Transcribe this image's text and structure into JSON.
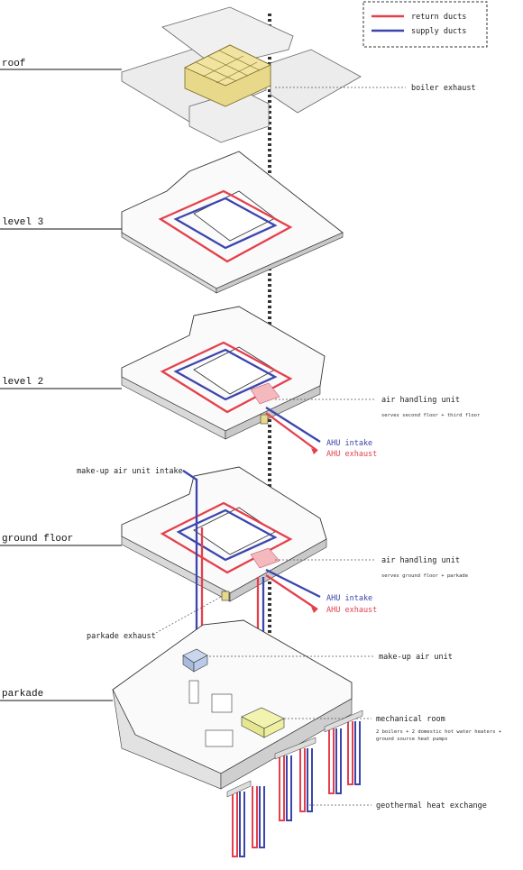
{
  "colors": {
    "return": "#e4404c",
    "supply": "#3b45ad",
    "roof_accent": "#e8d98a",
    "mech_room": "#eef0a0",
    "makeup_unit": "#b9cbe8",
    "ahu_pink": "#f3b9bd"
  },
  "legend": {
    "return_label": "return ducts",
    "supply_label": "supply ducts"
  },
  "floors": {
    "roof": "roof",
    "level3": "level 3",
    "level2": "level 2",
    "ground": "ground floor",
    "parkade": "parkade"
  },
  "annotations": {
    "boiler_exhaust": "boiler exhaust",
    "ahu_l2_title": "air handling unit",
    "ahu_l2_sub": "serves second floor + third floor",
    "ahu_l2_intake": "AHU intake",
    "ahu_l2_exhaust": "AHU exhaust",
    "makeup_intake": "make-up air unit intake",
    "ahu_g_title": "air handling unit",
    "ahu_g_sub": "serves ground floor + parkade",
    "ahu_g_intake": "AHU intake",
    "ahu_g_exhaust": "AHU exhaust",
    "parkade_exhaust": "parkade exhaust",
    "makeup_unit": "make-up air unit",
    "mech_room": "mechanical room",
    "mech_sub1": "2 boilers + 2 domestic hot water heaters +",
    "mech_sub2": "ground source heat pumps",
    "geothermal": "geothermal heat exchange"
  }
}
